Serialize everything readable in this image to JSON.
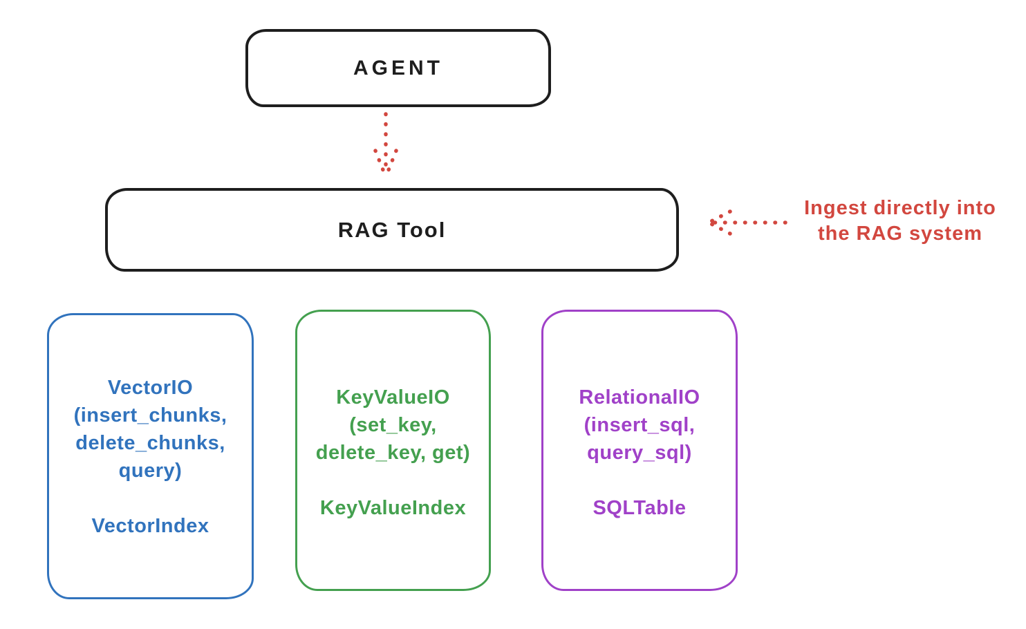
{
  "colors": {
    "ink": "#1e1e1e",
    "red": "#d2473f",
    "blue": "#3173bd",
    "green": "#44a04f",
    "purple": "#a041c8",
    "bg": "#ffffff"
  },
  "agent_box": {
    "label": "AGENT"
  },
  "rag_tool_box": {
    "label": "RAG Tool"
  },
  "annotation": {
    "line1": "Ingest directly into",
    "line2": "the RAG system"
  },
  "arrows": {
    "agent_to_rag_tool": "dotted-down-arrow",
    "ingest_annotation": "dotted-left-arrow"
  },
  "io_boxes": [
    {
      "name": "vector-io",
      "color": "#3173bd",
      "lines": [
        "VectorIO",
        "(insert_chunks,",
        "delete_chunks,",
        "query)"
      ],
      "index_label": "VectorIndex"
    },
    {
      "name": "keyvalue-io",
      "color": "#44a04f",
      "lines": [
        "KeyValueIO",
        "(set_key,",
        "delete_key, get)"
      ],
      "index_label": "KeyValueIndex"
    },
    {
      "name": "relational-io",
      "color": "#a041c8",
      "lines": [
        "RelationalIO",
        "(insert_sql,",
        "query_sql)"
      ],
      "index_label": "SQLTable"
    }
  ]
}
